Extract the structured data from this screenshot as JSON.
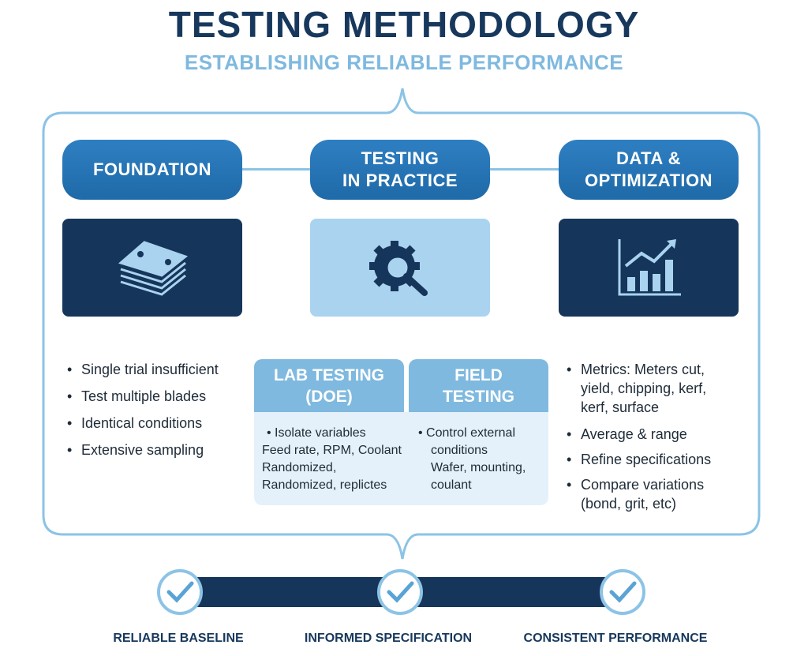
{
  "header": {
    "title": "TESTING METHODOLOGY",
    "subtitle": "ESTABLISHING RELIABLE PERFORMANCE"
  },
  "columns": [
    {
      "label_line1": "FOUNDATION",
      "icon": "stacked-blades-icon",
      "bullets": [
        "Single trial insufficient",
        "Test multiple blades",
        "Identical conditions",
        "Extensive sampling"
      ]
    },
    {
      "label_line1": "TESTING",
      "label_line2": "IN PRACTICE",
      "icon": "gear-magnifier-icon",
      "lab": {
        "title_line1": "LAB TESTING",
        "title_line2": "(DOE)",
        "lines": [
          "• Isolate variables",
          "Feed rate, RPM, Coolant",
          "Randomized,",
          "Randomized, replictes"
        ]
      },
      "field": {
        "title_line1": "FIELD",
        "title_line2": "TESTING",
        "lines": [
          "• Control external",
          "conditions",
          "Wafer, mounting,",
          "coulant"
        ]
      }
    },
    {
      "label_line1": "DATA &",
      "label_line2": "OPTIMIZATION",
      "icon": "bar-chart-trend-icon",
      "bullets": [
        "Metrics: Meters cut, yield, chipping, kerf, kerf, surface",
        "Average & range",
        "Refine specifications",
        "Compare variations (bond, grit, etc)"
      ]
    }
  ],
  "outcomes": [
    "RELIABLE BASELINE",
    "INFORMED SPECIFICATION",
    "CONSISTENT PERFORMANCE"
  ],
  "colors": {
    "navy": "#17385c",
    "blue": "#2470b3",
    "light": "#7fb9df"
  }
}
